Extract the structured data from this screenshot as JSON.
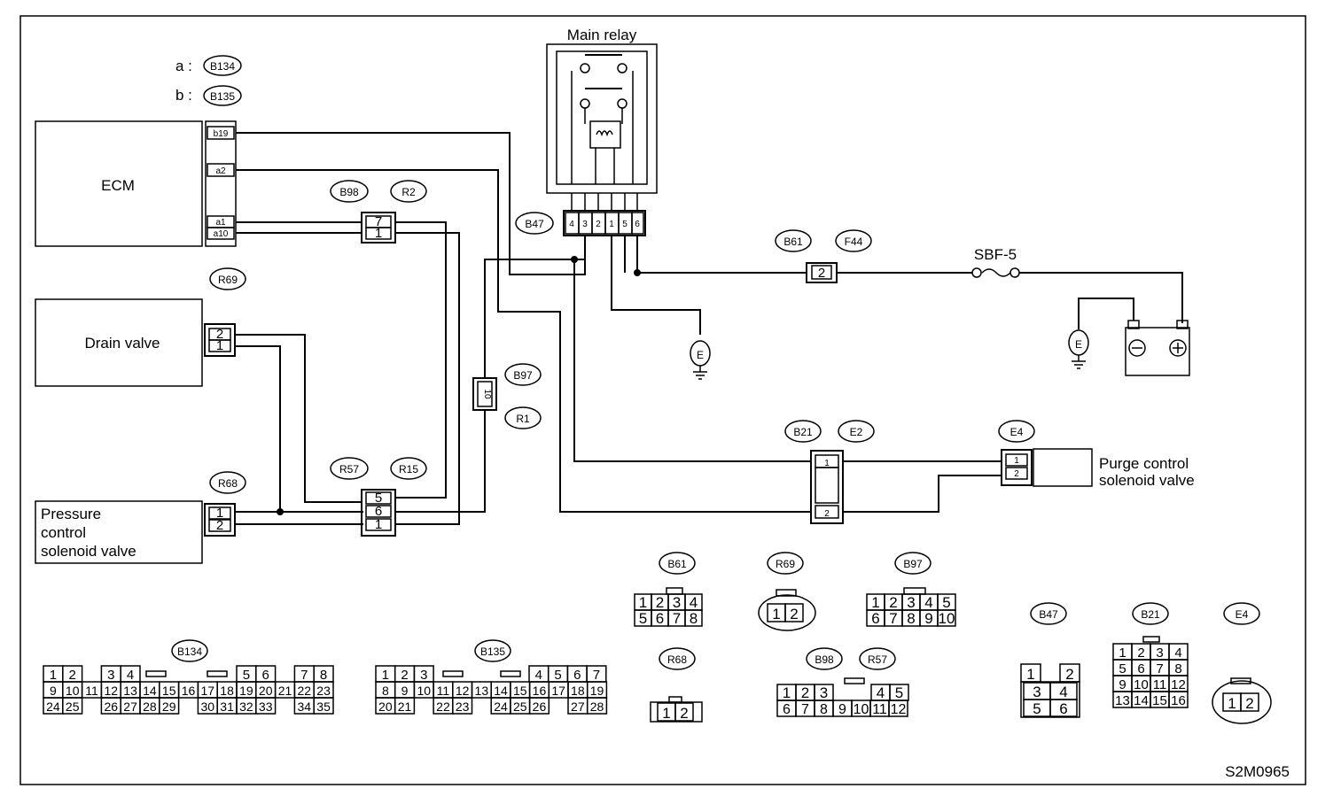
{
  "header": {
    "a_prefix": "a :",
    "b_prefix": "b :",
    "a_conn": "B134",
    "b_conn": "B135"
  },
  "components": {
    "ecm": "ECM",
    "main_relay": "Main relay",
    "drain_valve": "Drain valve",
    "pcsv": [
      "Pressure",
      "control",
      "solenoid valve"
    ],
    "purge": [
      "Purge control",
      "solenoid valve"
    ],
    "sbf": "SBF-5",
    "ground": "E"
  },
  "ecm_pins": [
    "b19",
    "a2",
    "a1",
    "a10"
  ],
  "connector_tags": {
    "B98": "B98",
    "R2": "R2",
    "R69": "R69",
    "B97": "B97",
    "R1": "R1",
    "R57": "R57",
    "R15": "R15",
    "R68": "R68",
    "B47": "B47",
    "B61": "B61",
    "F44": "F44",
    "B21": "B21",
    "E2": "E2",
    "E4": "E4"
  },
  "inline_pins": {
    "b98": [
      "7",
      "1"
    ],
    "r69": [
      "2",
      "1"
    ],
    "r68": [
      "1",
      "2"
    ],
    "r57": [
      "5",
      "6",
      "1"
    ],
    "b97": "10",
    "b61": "2",
    "b21": [
      "1",
      "2"
    ],
    "e4": [
      "1",
      "2"
    ],
    "relay": [
      "4",
      "3",
      "2",
      "1",
      "5",
      "6"
    ]
  },
  "legend": {
    "b61": {
      "tag": "B61",
      "rows": [
        [
          "1",
          "2",
          "3",
          "4"
        ],
        [
          "5",
          "6",
          "7",
          "8"
        ]
      ]
    },
    "r69": {
      "tag": "R69",
      "cells": [
        "1",
        "2"
      ]
    },
    "b97": {
      "tag": "B97",
      "rows": [
        [
          "1",
          "2",
          "3",
          "4",
          "5"
        ],
        [
          "6",
          "7",
          "8",
          "9",
          "10"
        ]
      ]
    },
    "b47": {
      "tag": "B47",
      "rows": [
        [
          "1",
          "",
          "2"
        ],
        [
          "3",
          "4"
        ],
        [
          "5",
          "6"
        ]
      ]
    },
    "b21": {
      "tag": "B21",
      "rows": [
        [
          "1",
          "2",
          "3",
          "4"
        ],
        [
          "5",
          "6",
          "7",
          "8"
        ],
        [
          "9",
          "10",
          "11",
          "12"
        ],
        [
          "13",
          "14",
          "15",
          "16"
        ]
      ]
    },
    "e4": {
      "tag": "E4",
      "cells": [
        "1",
        "2"
      ]
    },
    "r68": {
      "tag": "R68",
      "cells": [
        "1",
        "2"
      ]
    },
    "b98r57": {
      "tag1": "B98",
      "tag2": "R57",
      "row1": [
        "1",
        "2",
        "3",
        "",
        "4",
        "5"
      ],
      "row2": [
        "6",
        "7",
        "8",
        "9",
        "10",
        "11",
        "12"
      ]
    },
    "b134": {
      "tag": "B134",
      "row1": [
        "1",
        "2",
        "",
        "3",
        "4",
        "",
        "",
        "",
        "",
        "",
        "5",
        "6",
        "",
        "7",
        "8"
      ],
      "row2": [
        "9",
        "10",
        "11",
        "12",
        "13",
        "14",
        "15",
        "16",
        "17",
        "18",
        "19",
        "20",
        "21",
        "22",
        "23"
      ],
      "row3": [
        "24",
        "25",
        "",
        "26",
        "27",
        "28",
        "29",
        "",
        "30",
        "31",
        "32",
        "33",
        "",
        "34",
        "35"
      ]
    },
    "b135": {
      "tag": "B135",
      "row1": [
        "1",
        "2",
        "3",
        "",
        "",
        "",
        "",
        "4",
        "5",
        "6",
        "7"
      ],
      "row2": [
        "8",
        "9",
        "10",
        "11",
        "12",
        "13",
        "14",
        "15",
        "16",
        "17",
        "18",
        "19"
      ],
      "row3": [
        "20",
        "21",
        "",
        "22",
        "23",
        "",
        "24",
        "25",
        "26",
        "",
        "27",
        "28"
      ]
    }
  },
  "footer": {
    "code": "S2M0965"
  }
}
